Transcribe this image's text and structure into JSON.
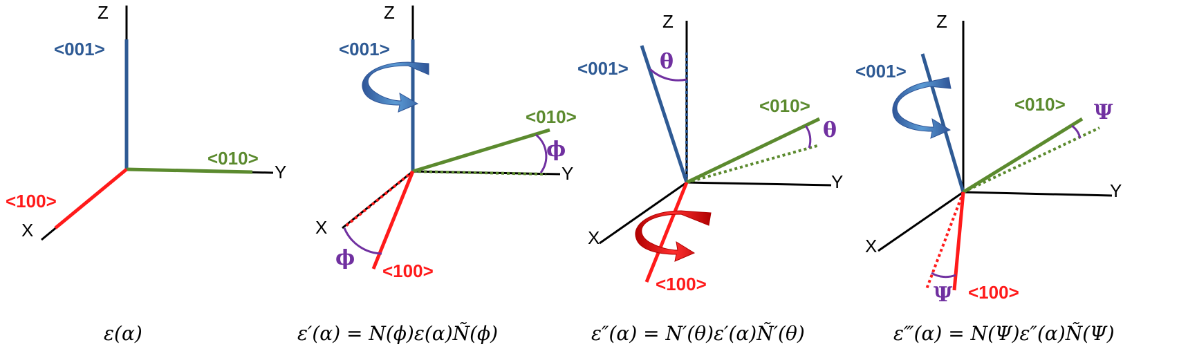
{
  "colors": {
    "axis": "#000000",
    "dir_001": "#2e5a94",
    "dir_010": "#5b8a2e",
    "dir_100": "#ff1a1a",
    "angle": "#7030a0",
    "arrow_blue": "#4472c4",
    "arrow_red": "#e00000"
  },
  "axes": {
    "x": "X",
    "y": "Y",
    "z": "Z"
  },
  "directions": {
    "d001": "<001>",
    "d010": "<010>",
    "d100": "<100>"
  },
  "angles": {
    "phi": "ϕ",
    "theta": "θ",
    "psi": "Ψ"
  },
  "formulas": {
    "f1": "ε(α)",
    "f2": "ε′(α) = N(ϕ)ε(α)Ñ(ϕ)",
    "f3": "ε″(α) = N′(θ)ε′(α)Ñ′(θ)",
    "f4": "ε‴(α) = N(Ψ)ε″(α)Ñ(Ψ)"
  }
}
